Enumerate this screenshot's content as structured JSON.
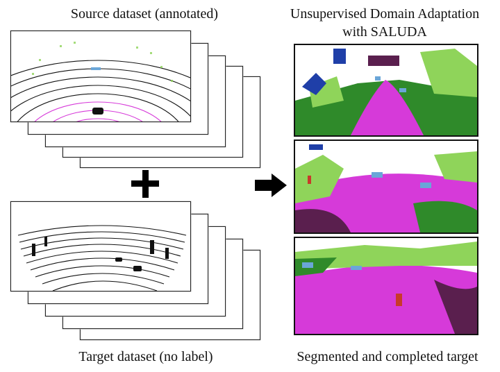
{
  "captions": {
    "source": "Source dataset (annotated)",
    "method_line1": "Unsupervised Domain Adaptation",
    "method_line2": "with SALUDA",
    "target": "Target dataset (no label)",
    "output": "Segmented and completed target"
  },
  "icons": {
    "plus": "plus-icon",
    "arrow": "right-arrow-icon"
  },
  "colors": {
    "road": "#d63ad9",
    "sidewalk": "#5a1f4e",
    "vegetation": "#8fd45a",
    "terrain": "#2f8a2a",
    "car": "#6aa6d8",
    "person": "#c83a2a",
    "vehicle_dark": "#1f3fa8",
    "scan_black": "#111111"
  }
}
